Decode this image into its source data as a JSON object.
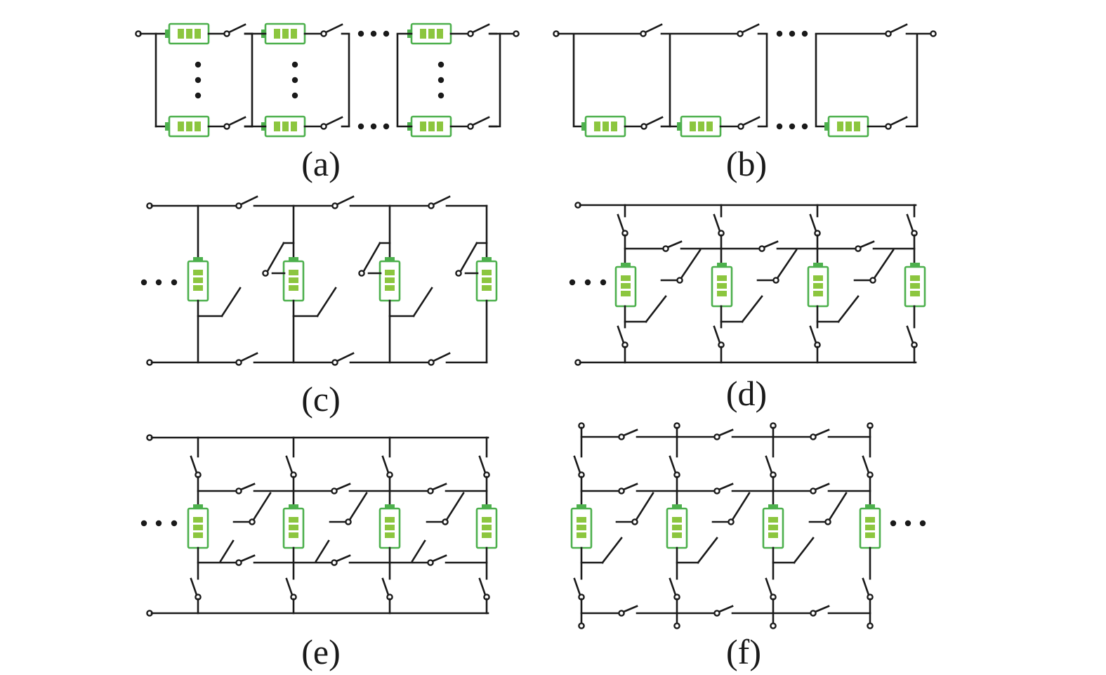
{
  "panels": [
    {
      "id": "a",
      "caption": "(a)"
    },
    {
      "id": "b",
      "caption": "(b)"
    },
    {
      "id": "c",
      "caption": "(c)"
    },
    {
      "id": "d",
      "caption": "(d)"
    },
    {
      "id": "e",
      "caption": "(e)"
    },
    {
      "id": "f",
      "caption": "(f)"
    }
  ],
  "colors": {
    "wire": "#1a1a1a",
    "battery_outline": "#4db04d",
    "battery_cell": "#8cc63f"
  },
  "icons": [
    "battery-icon",
    "switch-icon",
    "terminal-icon",
    "ellipsis-icon"
  ]
}
